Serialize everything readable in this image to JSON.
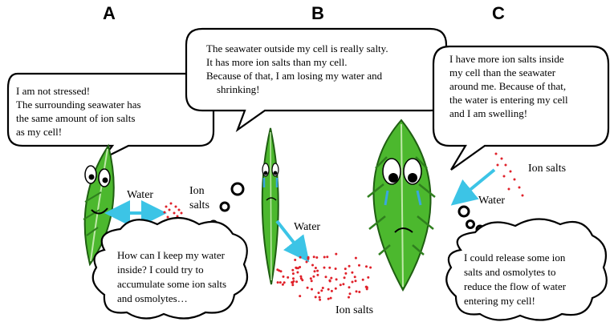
{
  "panels": {
    "a": {
      "letter": "A",
      "speech": [
        "I am not stressed!",
        "The surrounding seawater has",
        "the same amount of ion salts",
        "as my cell!"
      ],
      "thought": [
        "How can I keep my water",
        "inside? I could try to",
        "accumulate some ion salts",
        "and osmolytes…"
      ],
      "water_label": "Water",
      "ion_label_1": "Ion",
      "ion_label_2": "salts"
    },
    "b": {
      "letter": "B",
      "speech": [
        "The seawater outside my cell is really salty.",
        "It has more ion salts than my cell.",
        "Because of that, I am losing my water and",
        "shrinking!"
      ],
      "water_label": "Water",
      "ion_label": "Ion salts"
    },
    "c": {
      "letter": "C",
      "speech": [
        "I have more ion salts inside",
        "my cell than the seawater",
        "around me. Because of that,",
        "the water is entering my cell",
        "and I am swelling!"
      ],
      "thought": [
        "I could release some ion",
        "salts and osmolytes to",
        "reduce the flow of water",
        "entering my cell!"
      ],
      "water_label": "Water",
      "ion_label": "Ion salts"
    }
  },
  "colors": {
    "leaf_green": "#4cb82e",
    "leaf_dark": "#2f7f1e",
    "arrow_cyan": "#3cc4e6",
    "ion_dots": "#e0212a",
    "tear_blue": "#39a7df"
  }
}
